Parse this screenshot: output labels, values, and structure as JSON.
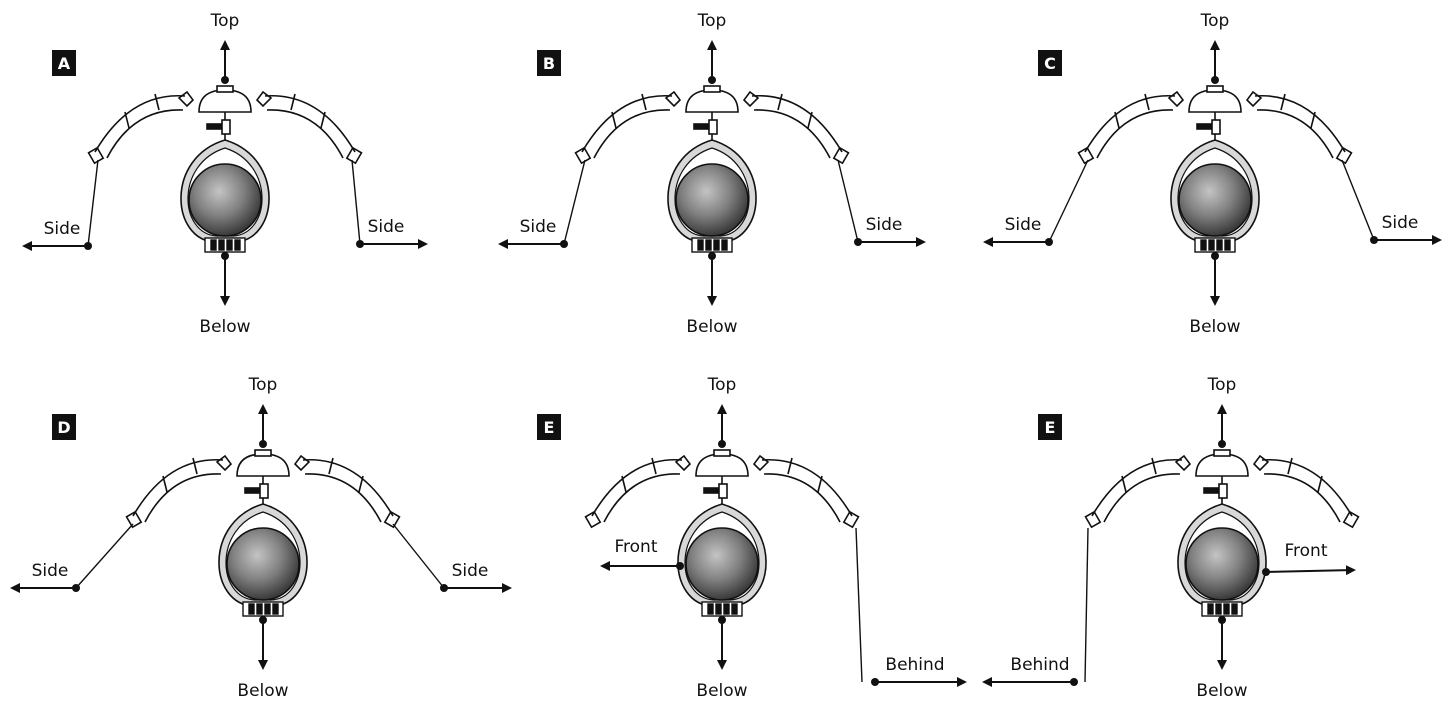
{
  "panels": [
    {
      "id": "A",
      "badge": "A",
      "labels": {
        "top": "Top",
        "below": "Below",
        "left": "Side",
        "right": "Side"
      }
    },
    {
      "id": "B",
      "badge": "B",
      "labels": {
        "top": "Top",
        "below": "Below",
        "left": "Side",
        "right": "Side"
      }
    },
    {
      "id": "C",
      "badge": "C",
      "labels": {
        "top": "Top",
        "below": "Below",
        "left": "Side",
        "right": "Side"
      }
    },
    {
      "id": "D",
      "badge": "D",
      "labels": {
        "top": "Top",
        "below": "Below",
        "left": "Side",
        "right": "Side"
      }
    },
    {
      "id": "E1",
      "badge": "E",
      "labels": {
        "top": "Top",
        "below": "Below",
        "front": "Front",
        "behind": "Behind"
      }
    },
    {
      "id": "E2",
      "badge": "E",
      "labels": {
        "top": "Top",
        "below": "Below",
        "front": "Front",
        "behind": "Behind"
      }
    }
  ],
  "colors": {
    "ink": "#111111",
    "badge_bg": "#111111",
    "ring": "#d8d8d8",
    "ball_light": "#bdbdbd",
    "ball_dark": "#3a3a3a"
  }
}
